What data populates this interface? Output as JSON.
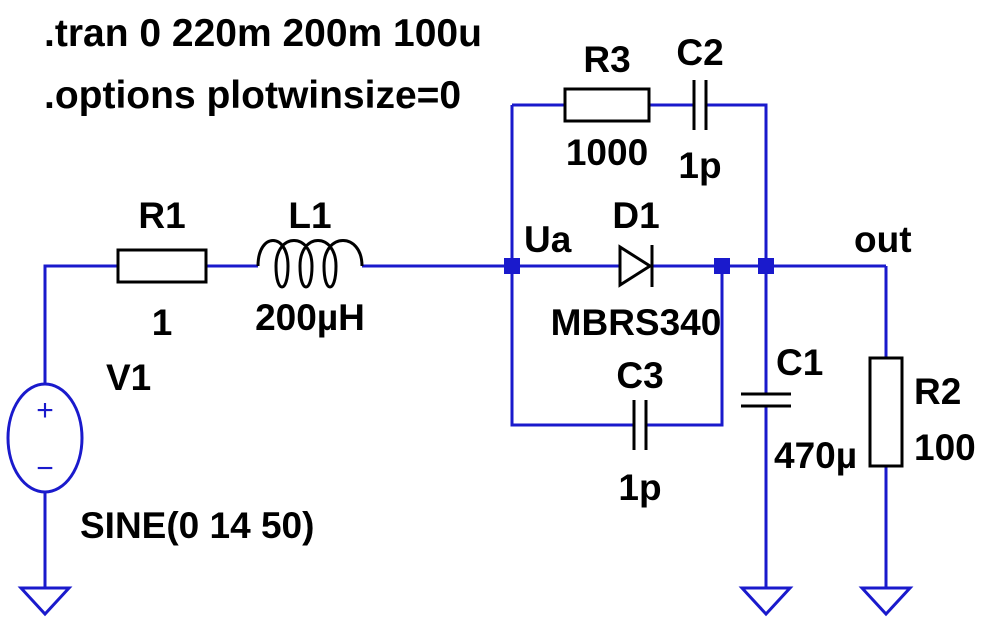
{
  "directives": [
    ".tran 0 220m 200m 100u",
    ".options plotwinsize=0"
  ],
  "colors": {
    "wire": "#1a1acc",
    "component": "#000000",
    "background": "#ffffff"
  },
  "components": {
    "v1": {
      "name": "V1",
      "value": "SINE(0 14 50)",
      "plus": "+",
      "minus": "−"
    },
    "r1": {
      "name": "R1",
      "value": "1"
    },
    "l1": {
      "name": "L1",
      "value": "200µH"
    },
    "d1": {
      "name": "D1",
      "value": "MBRS340"
    },
    "r3": {
      "name": "R3",
      "value": "1000"
    },
    "c2": {
      "name": "C2",
      "value": "1p"
    },
    "c3": {
      "name": "C3",
      "value": "1p"
    },
    "c1": {
      "name": "C1",
      "value": "470µ"
    },
    "r2": {
      "name": "R2",
      "value": "100"
    }
  },
  "nets": {
    "ua": "Ua",
    "out": "out"
  },
  "icons": {
    "ground": "ground-icon",
    "source": "sine-source-icon",
    "resistor": "resistor-icon",
    "inductor": "inductor-icon",
    "capacitor": "capacitor-icon",
    "diode": "diode-icon"
  }
}
